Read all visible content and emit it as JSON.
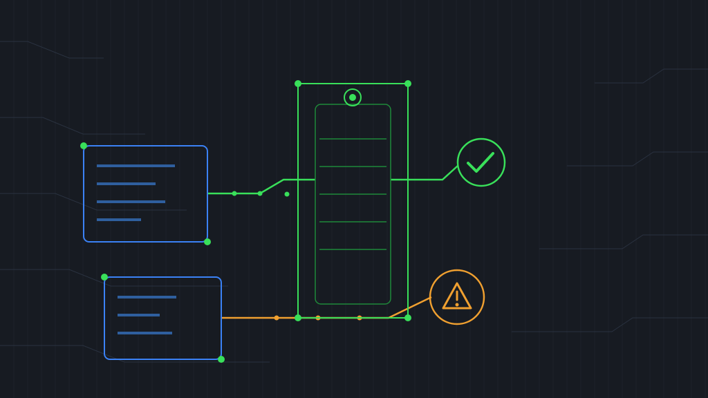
{
  "colors": {
    "background": "#171b22",
    "grid": "#1d222a",
    "trace": "#2a3240",
    "green": "#39e05a",
    "green_dim": "#1f8a3a",
    "blue": "#3b82f6",
    "blue_line": "#2f5f9e",
    "orange": "#f0a030"
  },
  "icons": {
    "status_ok": "check-icon",
    "status_warning": "warning-icon",
    "device_top": "target-icon"
  },
  "diagram": {
    "nodes": [
      {
        "id": "source-panel-1",
        "kind": "text-panel",
        "line_count": 4
      },
      {
        "id": "source-panel-2",
        "kind": "text-panel",
        "line_count": 3
      },
      {
        "id": "central-device",
        "kind": "tall-device",
        "row_count": 5
      },
      {
        "id": "status-ok",
        "kind": "check-circle"
      },
      {
        "id": "status-warning",
        "kind": "warning-circle"
      }
    ],
    "edges": [
      {
        "from": "source-panel-1",
        "to": "central-device",
        "color": "green"
      },
      {
        "from": "central-device",
        "to": "status-ok",
        "color": "green"
      },
      {
        "from": "source-panel-2",
        "to": "status-warning",
        "color": "orange"
      }
    ]
  }
}
